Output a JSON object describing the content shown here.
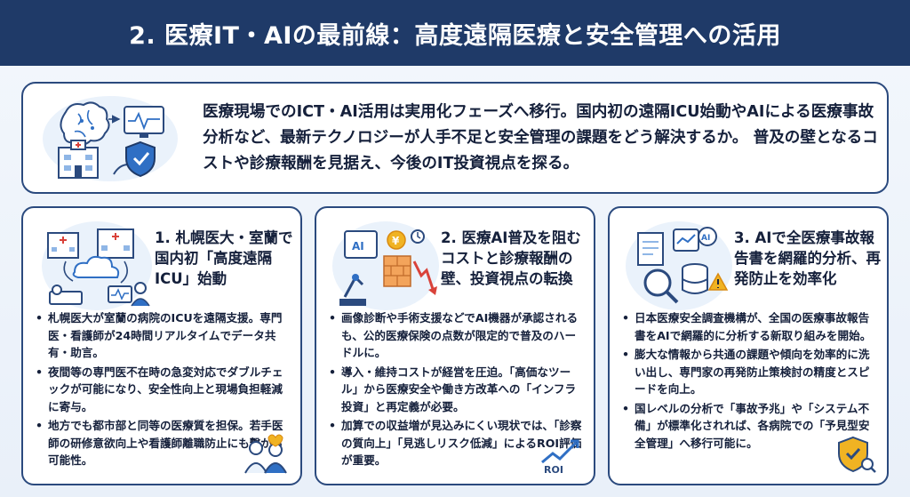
{
  "header": {
    "title": "2. 医療IT・AIの最前線：高度遠隔医療と安全管理への活用"
  },
  "intro": {
    "text": "医療現場でのICT・AI活用は実用化フェーズへ移行。国内初の遠隔ICU始動やAIによる医療事故分析など、最新テクノロジーが人手不足と安全管理の課題をどう解決するか。 普及の壁となるコストや診療報酬を見据え、今後のIT投資視点を探る。"
  },
  "cards": [
    {
      "title": "1. 札幌医大・室蘭で国内初「高度遠隔ICU」始動",
      "bullets": [
        "札幌医大が室蘭の病院のICUを遠隔支援。専門医・看護師が24時間リアルタイムでデータ共有・助言。",
        "夜間等の専門医不在時の急変対応でダブルチェックが可能になり、安全性向上と現場負担軽減に寄与。",
        "地方でも都市部と同等の医療質を担保。若手医師の研修意欲向上や看護師離職防止にも繋がる可能性。"
      ]
    },
    {
      "title": "2. 医療AI普及を阻むコストと診療報酬の壁、投資視点の転換",
      "bullets": [
        "画像診断や手術支援などでAI機器が承認されるも、公的医療保険の点数が限定的で普及のハードルに。",
        "導入・維持コストが経営を圧迫。「高価なツール」から医療安全や働き方改革への「インフラ投資」と再定義が必要。",
        "加算での収益増が見込みにくい現状では、「診察の質向上」「見逃しリスク低減」によるROI評価が重要。"
      ],
      "corner_label": "ROI"
    },
    {
      "title": "3. AIで全医療事故報告書を網羅的分析、再発防止を効率化",
      "bullets": [
        "日本医療安全調査機構が、全国の医療事故報告書をAIで網羅的に分析する新取り組みを開始。",
        "膨大な情報から共通の課題や傾向を効率的に洗い出し、専門家の再発防止策検討の精度とスピードを向上。",
        "国レベルの分析で「事故予兆」や「システム不備」が標準化されれば、各病院での「予見型安全管理」へ移行可能に。"
      ],
      "icon_label": "AI"
    }
  ],
  "icons": {
    "intro": "brain-hospital-shield-icon",
    "card1": "hospital-cloud-doctor-icon",
    "card2": "ai-chip-cost-chart-icon",
    "card3": "ai-document-database-icon",
    "card1_corner": "medical-staff-icon",
    "card2_corner": "roi-trend-icon",
    "card3_corner": "shield-check-icon"
  },
  "colors": {
    "header_bg": "#1f3a68",
    "border": "#2b4a7e",
    "accent": "#2f6fc4",
    "warning": "#f0b323"
  }
}
